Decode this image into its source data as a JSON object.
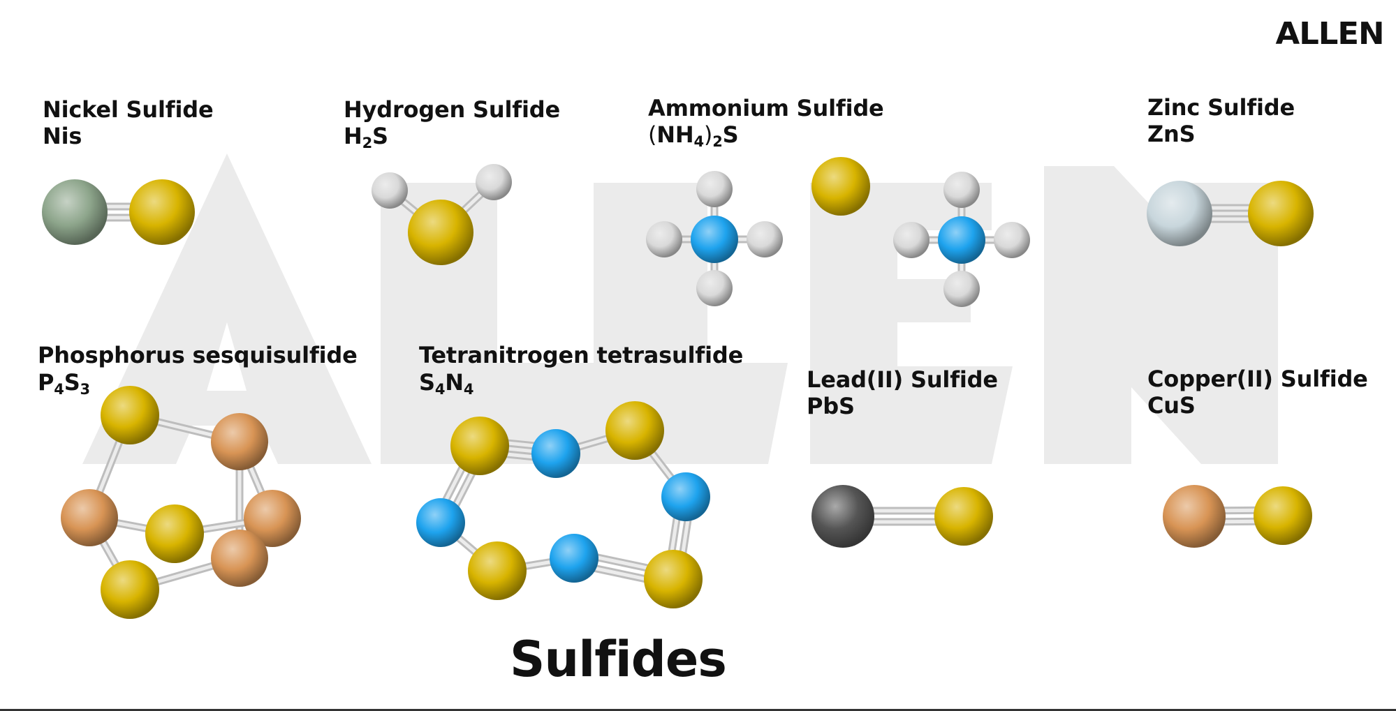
{
  "title": "Sulfides",
  "brand": "ALLEN",
  "watermark": "ALLEN",
  "compounds": [
    {
      "name": "Nickel Sulfide",
      "formula": [
        {
          "t": "Nis"
        }
      ]
    },
    {
      "name": "Hydrogen Sulfide",
      "formula": [
        {
          "t": "H"
        },
        {
          "t": "2",
          "sub": true
        },
        {
          "t": "S"
        }
      ]
    },
    {
      "name": "Ammonium Sulfide",
      "formula": [
        {
          "t": "(",
          "paren": true
        },
        {
          "t": "NH"
        },
        {
          "t": "4",
          "sub": true
        },
        {
          "t": ")",
          "paren": true
        },
        {
          "t": "2",
          "sub": true
        },
        {
          "t": "S"
        }
      ]
    },
    {
      "name": "Zinc Sulfide",
      "formula": [
        {
          "t": "ZnS"
        }
      ]
    },
    {
      "name": "Phosphorus sesquisulfide",
      "formula": [
        {
          "t": "P"
        },
        {
          "t": "4",
          "sub": true
        },
        {
          "t": "S"
        },
        {
          "t": "3",
          "sub": true
        }
      ]
    },
    {
      "name": "Tetranitrogen tetrasulfide",
      "formula": [
        {
          "t": "S"
        },
        {
          "t": "4",
          "sub": true
        },
        {
          "t": "N"
        },
        {
          "t": "4",
          "sub": true
        }
      ]
    },
    {
      "name": "Lead(II) Sulfide",
      "formula": [
        {
          "t": "PbS"
        }
      ]
    },
    {
      "name": "Copper(II) Sulfide",
      "formula": [
        {
          "t": "CuS"
        }
      ]
    }
  ],
  "colors": {
    "sulfur": "#d8b400",
    "nickel": "#8da58b",
    "hydrogen": "#d9d9d9",
    "nitrogen": "#1ea3ee",
    "zinc": "#c8d6dc",
    "phosphorus": "#d89455",
    "lead": "#555555",
    "copper": "#d89455",
    "bond": "#d6d6d6",
    "watermark": "#ebebeb"
  }
}
